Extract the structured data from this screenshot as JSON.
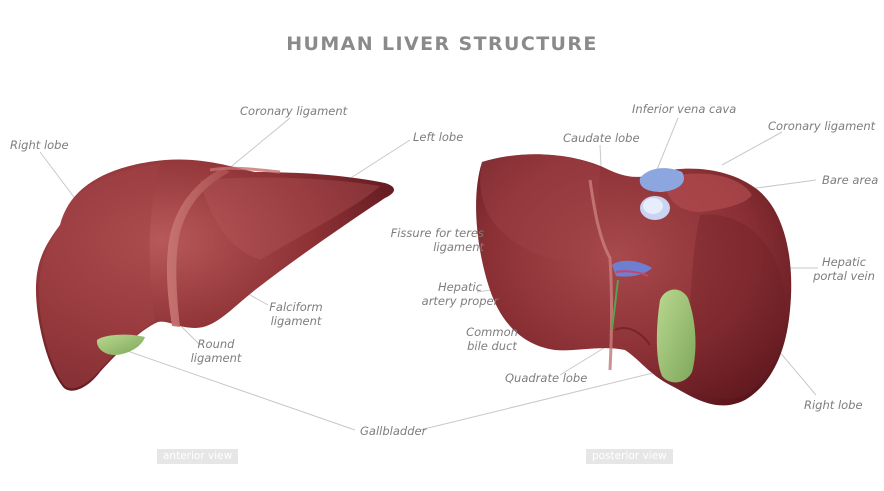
{
  "title": "HUMAN LIVER STRUCTURE",
  "views": {
    "anterior": "anterior view",
    "posterior": "posterior view"
  },
  "labels": {
    "right_lobe_anterior": "Right lobe",
    "coronary_ligament_anterior": "Coronary ligament",
    "left_lobe": "Left lobe",
    "falciform_ligament": "Falciform\nligament",
    "round_ligament": "Round\nligament",
    "gallbladder": "Gallbladder",
    "inferior_vena_cava": "Inferior vena cava",
    "caudate_lobe": "Caudate lobe",
    "coronary_ligament_posterior": "Coronary ligament",
    "bare_area": "Bare area",
    "fissure_for_teres_ligament": "Fissure for teres\nligament",
    "hepatic_portal_vein": "Hepatic\nportal vein",
    "hepatic_artery_proper": "Hepatic\nartery proper",
    "common_bile_duct": "Common\nbile duct",
    "quadrate_lobe": "Quadrate lobe",
    "right_lobe_posterior": "Right lobe"
  },
  "colors": {
    "liver_dark": "#6e1f26",
    "liver_mid": "#9a3a3e",
    "liver_light": "#b8585a",
    "gallbladder": "#9dc47a",
    "vein_blue": "#7f9bd8",
    "leader_line": "#c8c8c8",
    "label_text": "#7d7d7d"
  }
}
